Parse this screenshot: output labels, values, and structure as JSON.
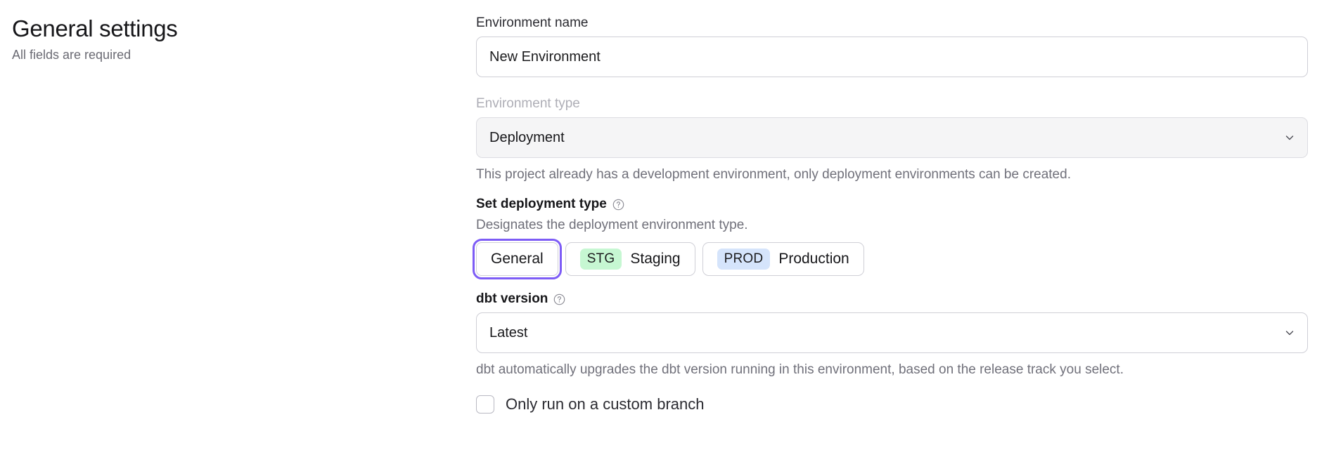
{
  "sidebar": {
    "title": "General settings",
    "subtitle": "All fields are required"
  },
  "form": {
    "environment_name": {
      "label": "Environment name",
      "value": "New Environment",
      "placeholder": "Environment name"
    },
    "environment_type": {
      "label": "Environment type",
      "selected": "Deployment",
      "disabled": true,
      "helper": "This project already has a development environment, only deployment environments can be created.",
      "chevron_icon": "chevron-down-icon"
    },
    "deployment_type": {
      "label": "Set deployment type",
      "help_icon": "question-circle-icon",
      "description": "Designates the deployment environment type.",
      "options": [
        {
          "label": "General",
          "badge": "",
          "badge_type": "",
          "selected": true
        },
        {
          "label": "Staging",
          "badge": "STG",
          "badge_type": "stg",
          "selected": false
        },
        {
          "label": "Production",
          "badge": "PROD",
          "badge_type": "prod",
          "selected": false
        }
      ]
    },
    "dbt_version": {
      "label": "dbt version",
      "help_icon": "question-circle-icon",
      "selected": "Latest",
      "helper": "dbt automatically upgrades the dbt version running in this environment, based on the release track you select.",
      "chevron_icon": "chevron-down-icon"
    },
    "custom_branch": {
      "label": "Only run on a custom branch",
      "checked": false
    }
  },
  "colors": {
    "focus_ring": "#7d5cf6",
    "badge_stg_bg": "#c6f7d2",
    "badge_prod_bg": "#d5e4fb",
    "border": "#cfcfd6",
    "disabled_bg": "#f5f5f6",
    "muted_text": "#70707a"
  }
}
